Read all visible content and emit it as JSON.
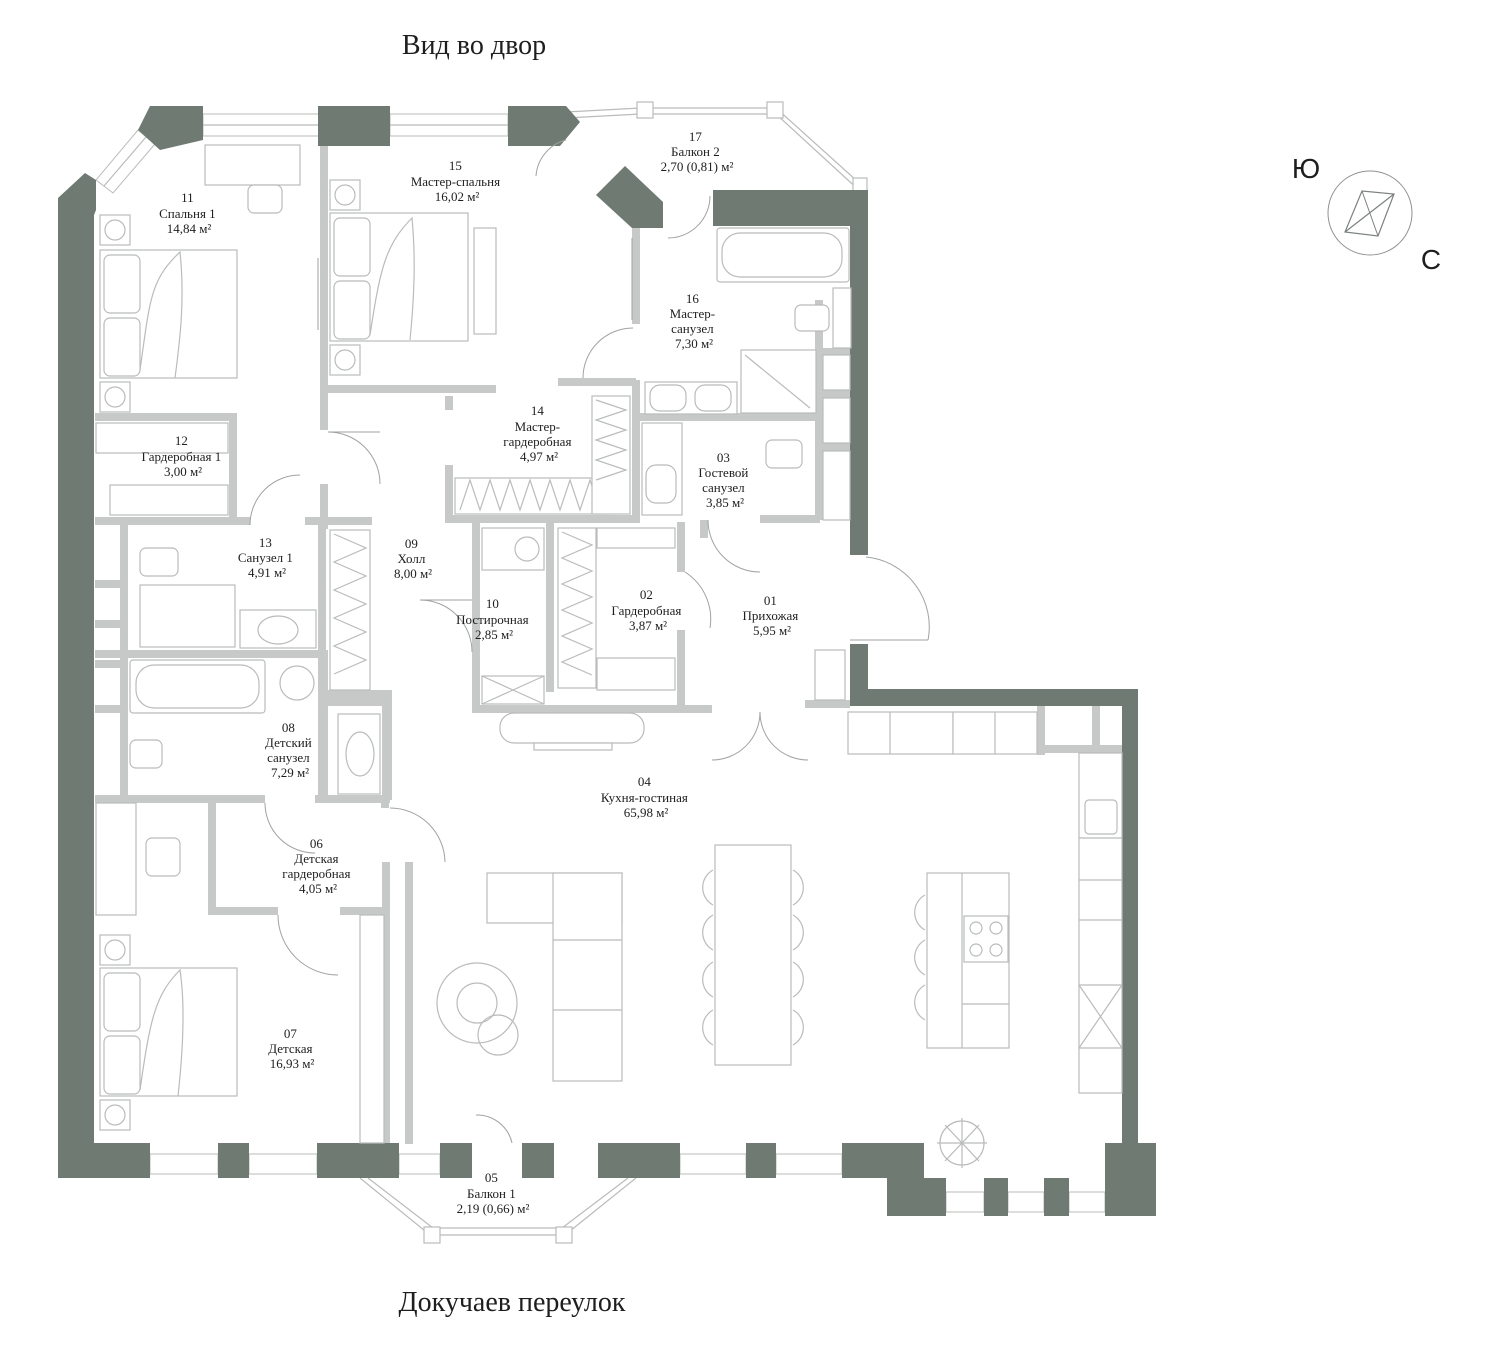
{
  "labels": {
    "top_street": "Вид во двор",
    "bottom_street": "Докучаев переулок"
  },
  "compass": {
    "south": "Ю",
    "north": "С"
  },
  "rooms": [
    {
      "num": "01",
      "name": [
        "Прихожая"
      ],
      "area": "5,95 м²"
    },
    {
      "num": "02",
      "name": [
        "Гардеробная"
      ],
      "area": "3,87 м²"
    },
    {
      "num": "03",
      "name": [
        "Гостевой",
        "санузел"
      ],
      "area": "3,85 м²"
    },
    {
      "num": "04",
      "name": [
        "Кухня-гостиная"
      ],
      "area": "65,98 м²"
    },
    {
      "num": "05",
      "name": [
        "Балкон 1"
      ],
      "area": "2,19 (0,66) м²"
    },
    {
      "num": "06",
      "name": [
        "Детская",
        "гардеробная"
      ],
      "area": "4,05 м²"
    },
    {
      "num": "07",
      "name": [
        "Детская"
      ],
      "area": "16,93 м²"
    },
    {
      "num": "08",
      "name": [
        "Детский",
        "санузел"
      ],
      "area": "7,29 м²"
    },
    {
      "num": "09",
      "name": [
        "Холл"
      ],
      "area": "8,00 м²"
    },
    {
      "num": "10",
      "name": [
        "Постирочная"
      ],
      "area": "2,85 м²"
    },
    {
      "num": "11",
      "name": [
        "Спальня 1"
      ],
      "area": "14,84 м²"
    },
    {
      "num": "12",
      "name": [
        "Гардеробная 1"
      ],
      "area": "3,00 м²"
    },
    {
      "num": "13",
      "name": [
        "Санузел 1"
      ],
      "area": "4,91 м²"
    },
    {
      "num": "14",
      "name": [
        "Мастер-",
        "гардеробная"
      ],
      "area": "4,97 м²"
    },
    {
      "num": "15",
      "name": [
        "Мастер-спальня"
      ],
      "area": "16,02 м²"
    },
    {
      "num": "16",
      "name": [
        "Мастер-",
        "санузел"
      ],
      "area": "7,30 м²"
    },
    {
      "num": "17",
      "name": [
        "Балкон 2"
      ],
      "area": "2,70 (0,81) м²"
    }
  ]
}
